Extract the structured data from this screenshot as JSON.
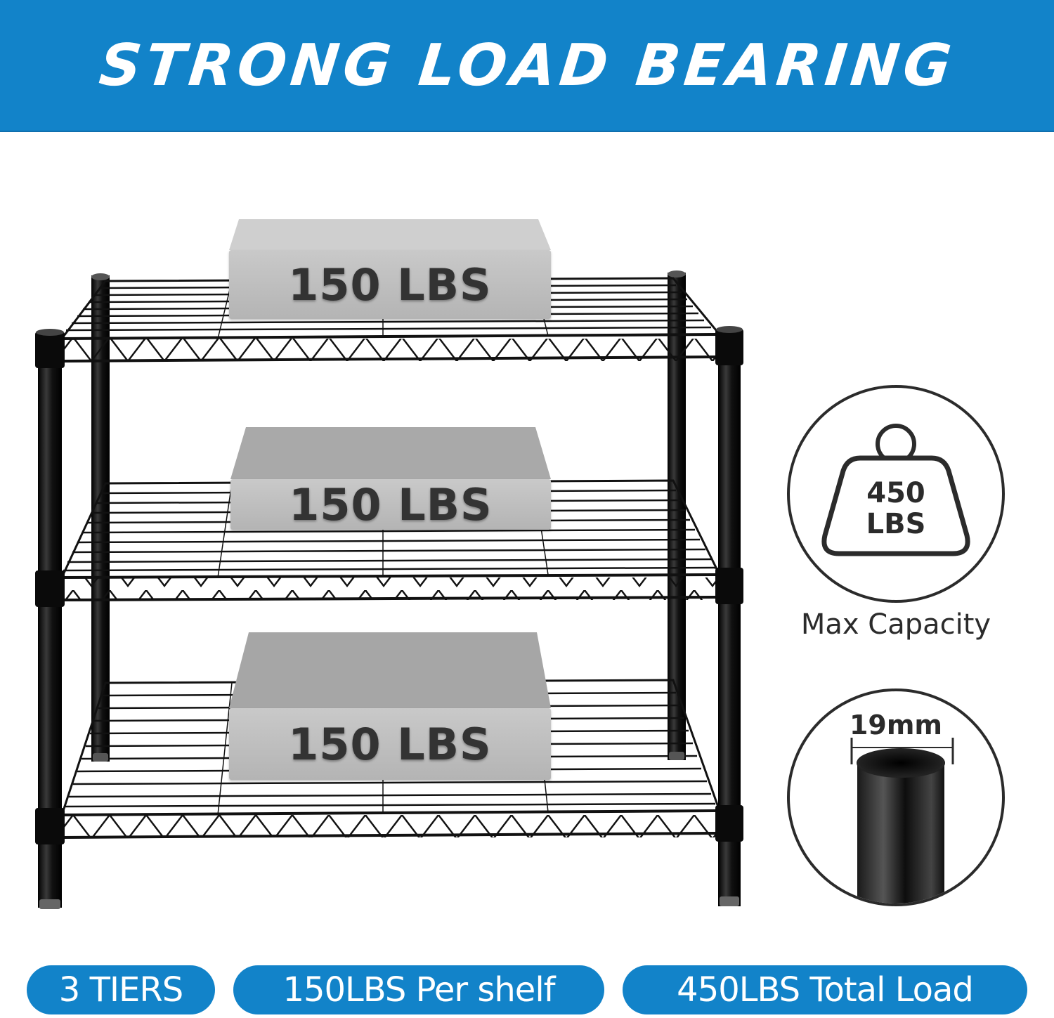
{
  "banner": {
    "title": "STRONG LOAD BEARING",
    "background": "#1283c9"
  },
  "rack": {
    "tiers": 3,
    "color": "#111111",
    "boxes": [
      {
        "label": "150 LBS",
        "shelf": "top"
      },
      {
        "label": "150 LBS",
        "shelf": "middle"
      },
      {
        "label": "150 LBS",
        "shelf": "bottom"
      }
    ]
  },
  "capacity_badge": {
    "icon": "weight-icon",
    "value": "450",
    "unit": "LBS",
    "caption": "Max Capacity"
  },
  "tube_badge": {
    "icon": "tube-diameter-icon",
    "dimension": "19mm"
  },
  "feature_pills": [
    {
      "label": "3 TIERS"
    },
    {
      "label": "150LBS Per shelf"
    },
    {
      "label": "450LBS Total Load"
    }
  ],
  "accent_color": "#1283c9"
}
